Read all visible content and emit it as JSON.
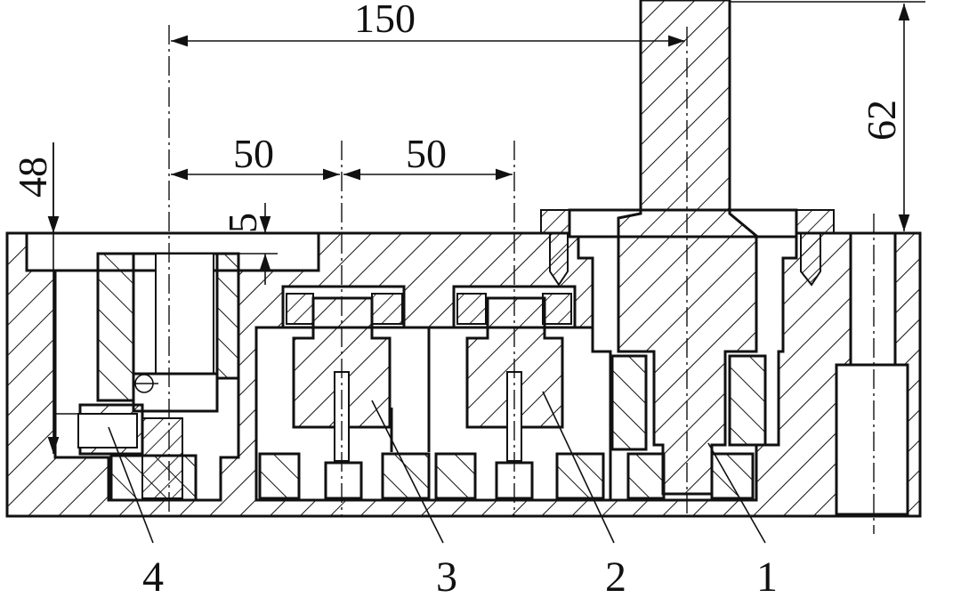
{
  "dimensions": {
    "overall_spacing": "150",
    "spacing_a": "50",
    "spacing_b": "50",
    "shaft_height": "62",
    "left_depth": "48",
    "small_step": "5"
  },
  "callouts": {
    "item_1": "1",
    "item_2": "2",
    "item_3": "3",
    "item_4": "4"
  }
}
